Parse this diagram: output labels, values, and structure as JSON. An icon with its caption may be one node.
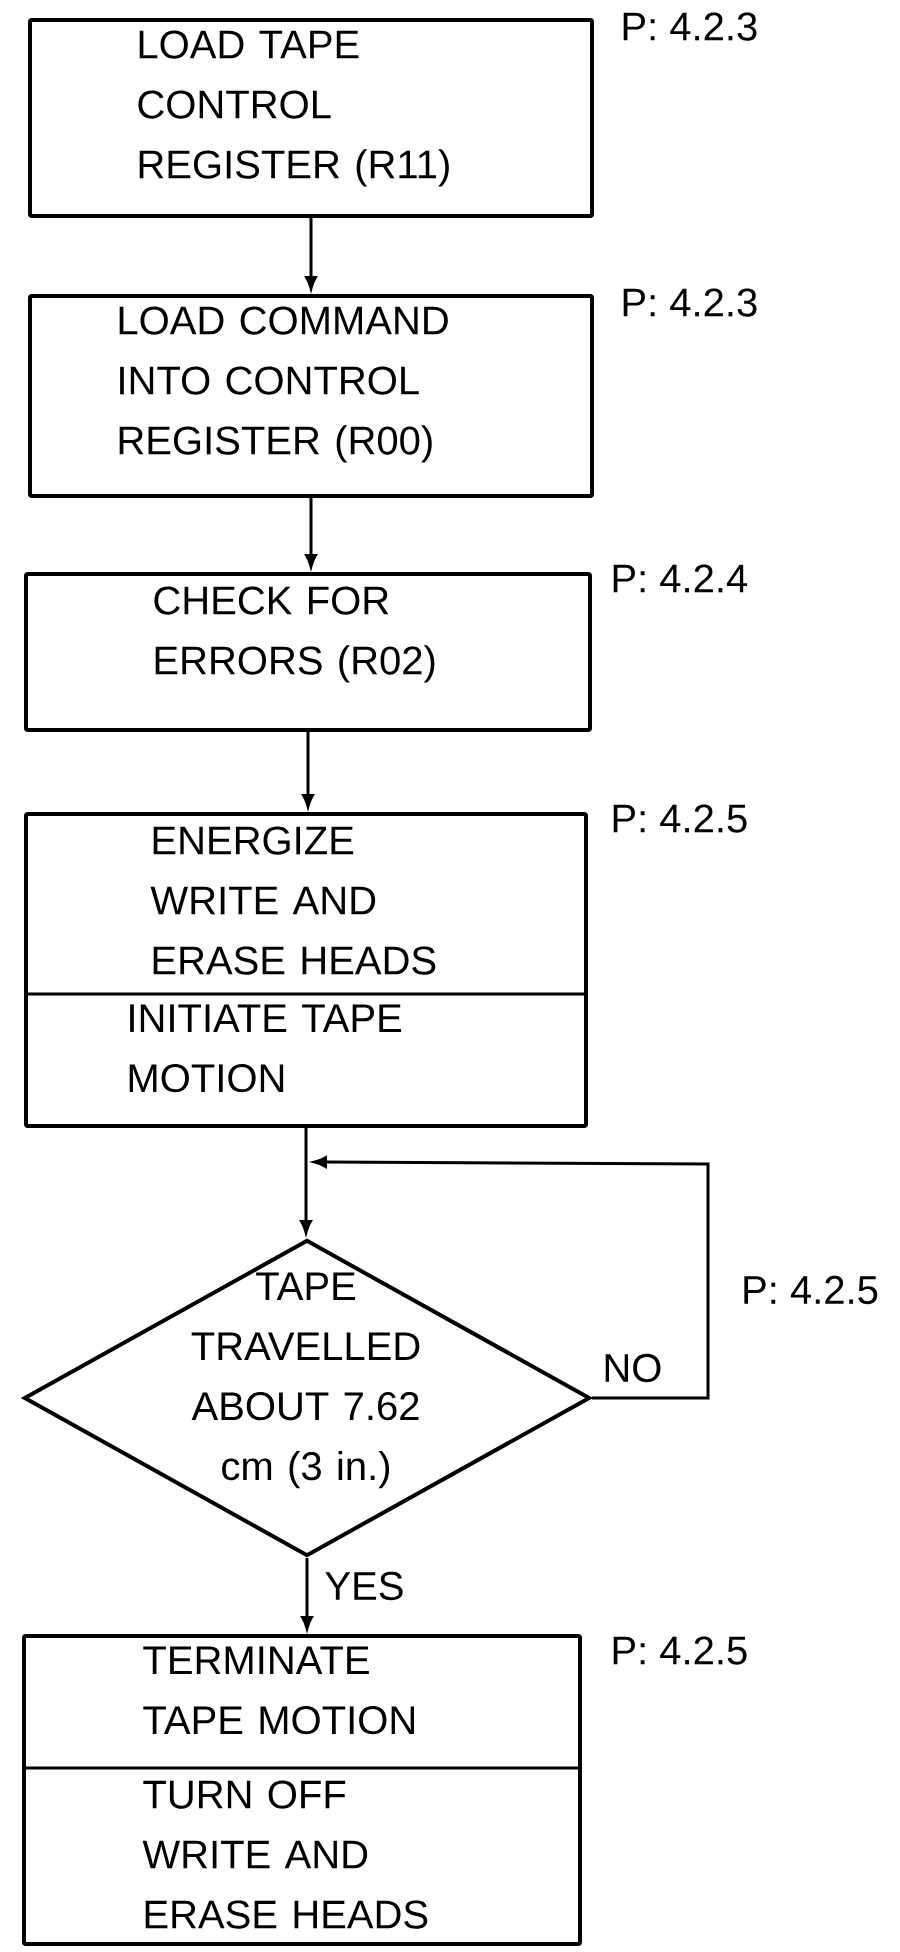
{
  "diagram": {
    "nodes": [
      {
        "text": [
          "LOAD TAPE CONTROL REGISTER (R11)"
        ],
        "beside": [
          "P: 4.2.3"
        ]
      },
      {
        "text": [
          "LOAD COMMAND INTO CONTROL REGISTER (R00)"
        ],
        "beside": [
          "P: 4.2.3"
        ]
      },
      {
        "text": [
          "CHECK FOR ERRORS (R02)"
        ],
        "beside": [
          "P: 4.2.4"
        ]
      },
      {
        "text": [
          "ENERGIZE WRITE AND ERASE HEADS",
          "INITIATE TAPE MOTION"
        ],
        "beside": [
          "P: 4.2.5"
        ]
      },
      {
        "text": [
          "TAPE TRAVELLED ABOUT 7.62 cm (3 in.)"
        ]
      },
      {
        "text": [
          "TERMINATE TAPE MOTION",
          "TURN OFF WRITE AND ERASE HEADS"
        ],
        "beside": [
          "P: 4.2.5"
        ]
      }
    ],
    "edges": [
      {
        "from": 0,
        "to": 1,
        "arrow": "to"
      },
      {
        "from": 1,
        "to": 2,
        "arrow": "to"
      },
      {
        "from": 2,
        "to": 3,
        "arrow": "to"
      },
      {
        "from": 3,
        "to": 4,
        "arrow": "to"
      },
      {
        "from": 4,
        "to": 5,
        "arrow": "to",
        "label": "YES"
      },
      {
        "from": 4,
        "to": null,
        "arrow": "to",
        "label": "NO"
      }
    ],
    "labels": [
      "P: 4.2.5"
    ]
  }
}
